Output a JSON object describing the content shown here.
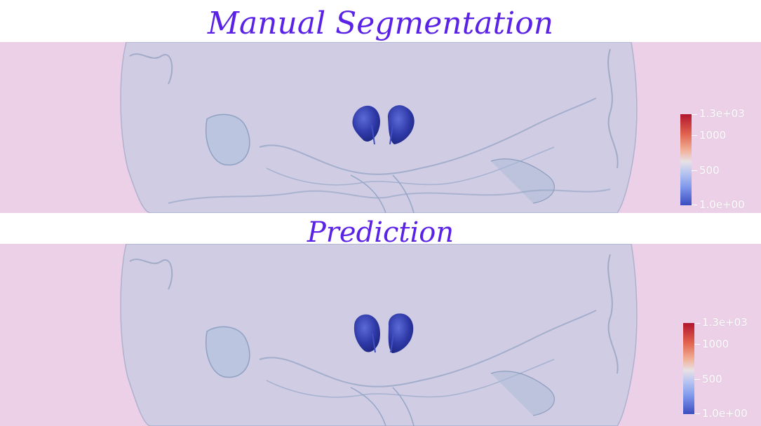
{
  "titles": {
    "top": "Manual Segmentation",
    "middle": "Prediction"
  },
  "colorbar": {
    "labels": [
      "1.3e+03",
      "1000",
      "500",
      "1.0e+00"
    ],
    "colors": {
      "high": "#b1152d",
      "mid": "#e8e0e6",
      "low": "#3a4cc0"
    }
  },
  "colors": {
    "background": "#ecd0e7",
    "title_text": "#5a22e6",
    "brain_surface": "#b9c8e2",
    "segmentation": "#2a36a8"
  }
}
